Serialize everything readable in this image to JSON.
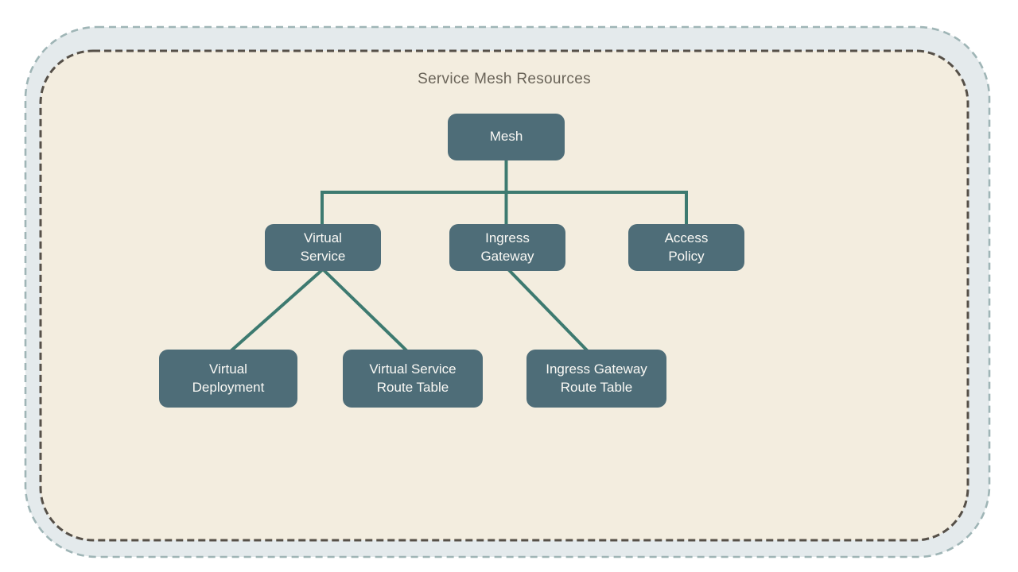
{
  "title": "Service Mesh Resources",
  "nodes": {
    "mesh": {
      "label": "Mesh"
    },
    "virtual_service": {
      "label": "Virtual\nService"
    },
    "ingress_gateway": {
      "label": "Ingress\nGateway"
    },
    "access_policy": {
      "label": "Access\nPolicy"
    },
    "virtual_deployment": {
      "label": "Virtual\nDeployment"
    },
    "virtual_service_route_table": {
      "label": "Virtual Service\nRoute Table"
    },
    "ingress_gateway_route_table": {
      "label": "Ingress Gateway\nRoute Table"
    }
  },
  "edges": [
    {
      "from": "mesh",
      "to": "virtual_service"
    },
    {
      "from": "mesh",
      "to": "ingress_gateway"
    },
    {
      "from": "mesh",
      "to": "access_policy"
    },
    {
      "from": "virtual_service",
      "to": "virtual_deployment"
    },
    {
      "from": "virtual_service",
      "to": "virtual_service_route_table"
    },
    {
      "from": "ingress_gateway",
      "to": "ingress_gateway_route_table"
    }
  ],
  "colors": {
    "outer_frame_fill": "#e4eaec",
    "outer_frame_border": "#9fb5b6",
    "inner_frame_fill": "#f3eddf",
    "inner_frame_border": "#565048",
    "node_fill": "#4e6d78",
    "node_text": "#faf9f5",
    "connector": "#3d7a70",
    "title_text": "#6a6459"
  }
}
